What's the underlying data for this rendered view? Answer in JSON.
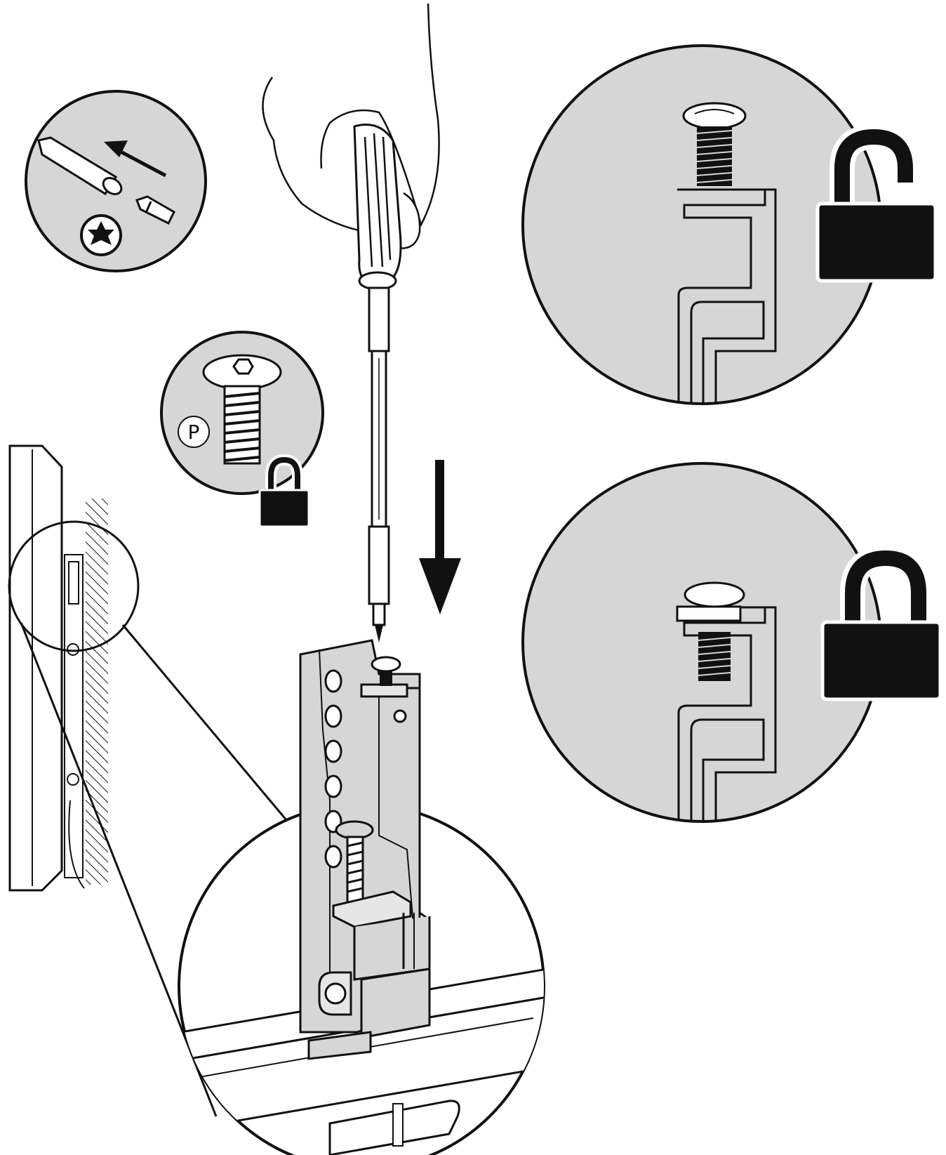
{
  "colors": {
    "ink": "#111111",
    "panel": "#d6d6d6",
    "paper": "#ffffff",
    "light": "#e6e6e6"
  },
  "badges": {
    "screw_type_letter": "P"
  },
  "icons": {
    "torx_icon": "torx-star",
    "lock_small": "lock-closed",
    "lock_unlocked": "lock-open",
    "lock_locked": "lock-closed"
  },
  "steps": [
    {
      "id": "insert-bit",
      "description_icon": "arrow-left"
    },
    {
      "id": "drive-screw",
      "description_icon": "arrow-down"
    },
    {
      "id": "unlocked-state",
      "description_icon": "lock-open"
    },
    {
      "id": "locked-state",
      "description_icon": "lock-closed"
    }
  ]
}
